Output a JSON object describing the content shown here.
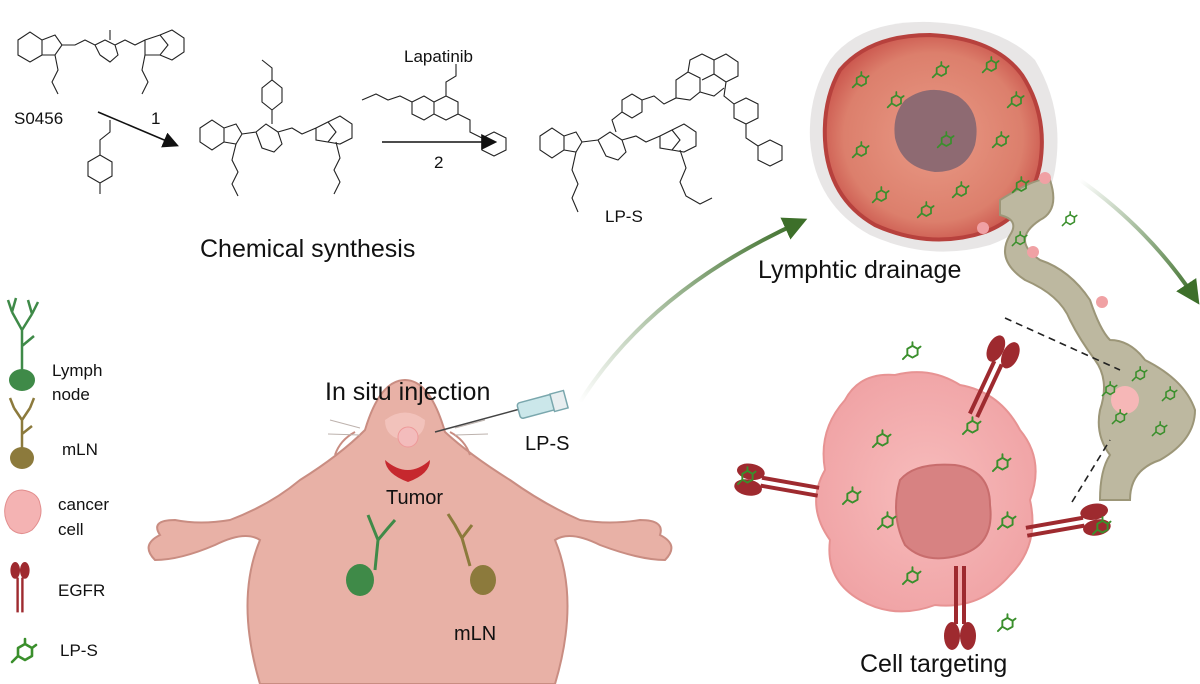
{
  "synthesis": {
    "start_label": "S0456",
    "step1": "1",
    "reagent_label": "Lapatinib",
    "step2": "2",
    "product_label": "LP-S",
    "title": "Chemical synthesis"
  },
  "mouse": {
    "injection_title": "In situ injection",
    "probe_label": "LP-S",
    "tumor_label": "Tumor",
    "mln_label": "mLN"
  },
  "process": {
    "drainage_label": "Lymphtic drainage",
    "targeting_label": "Cell targeting"
  },
  "legend": [
    {
      "icon": "lymph-node-icon",
      "line1": "Lymph",
      "line2": "node",
      "color": "#3f8a48"
    },
    {
      "icon": "mln-icon",
      "line1": "mLN",
      "line2": "",
      "color": "#8c7a3c"
    },
    {
      "icon": "cancer-cell-icon",
      "line1": "cancer",
      "line2": "cell",
      "color": "#f4b3b3"
    },
    {
      "icon": "egfr-icon",
      "line1": "EGFR",
      "line2": "",
      "color": "#9e2a2f"
    },
    {
      "icon": "lp-s-icon",
      "line1": "LP-S",
      "line2": "",
      "color": "#3a8f2c"
    }
  ],
  "colors": {
    "mouse_skin": "#e8b1a6",
    "arrow_green": "#3d6f2a",
    "tumor_red": "#c0433c",
    "lymph_vessel": "#b9b49c"
  }
}
